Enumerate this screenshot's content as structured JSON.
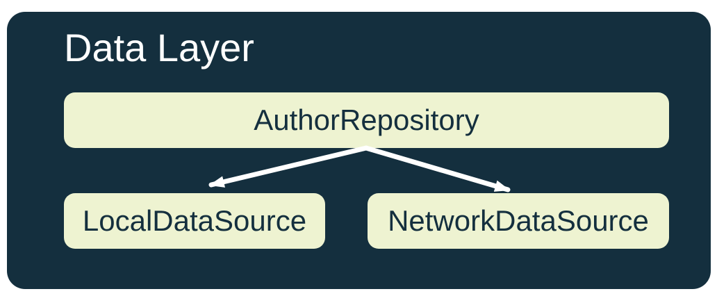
{
  "diagram": {
    "title": "Data Layer",
    "nodes": {
      "repository": {
        "label": "AuthorRepository"
      },
      "local": {
        "label": "LocalDataSource"
      },
      "network": {
        "label": "NetworkDataSource"
      }
    },
    "edges": [
      {
        "from": "AuthorRepository",
        "to": "LocalDataSource"
      },
      {
        "from": "AuthorRepository",
        "to": "NetworkDataSource"
      }
    ],
    "colors": {
      "group_background": "#142F3E",
      "node_background": "#EEF3D1",
      "node_text": "#142F3E",
      "title_text": "#FFFFFF",
      "arrow": "#FFFFFF",
      "page_background": "#FFFFFF"
    }
  }
}
